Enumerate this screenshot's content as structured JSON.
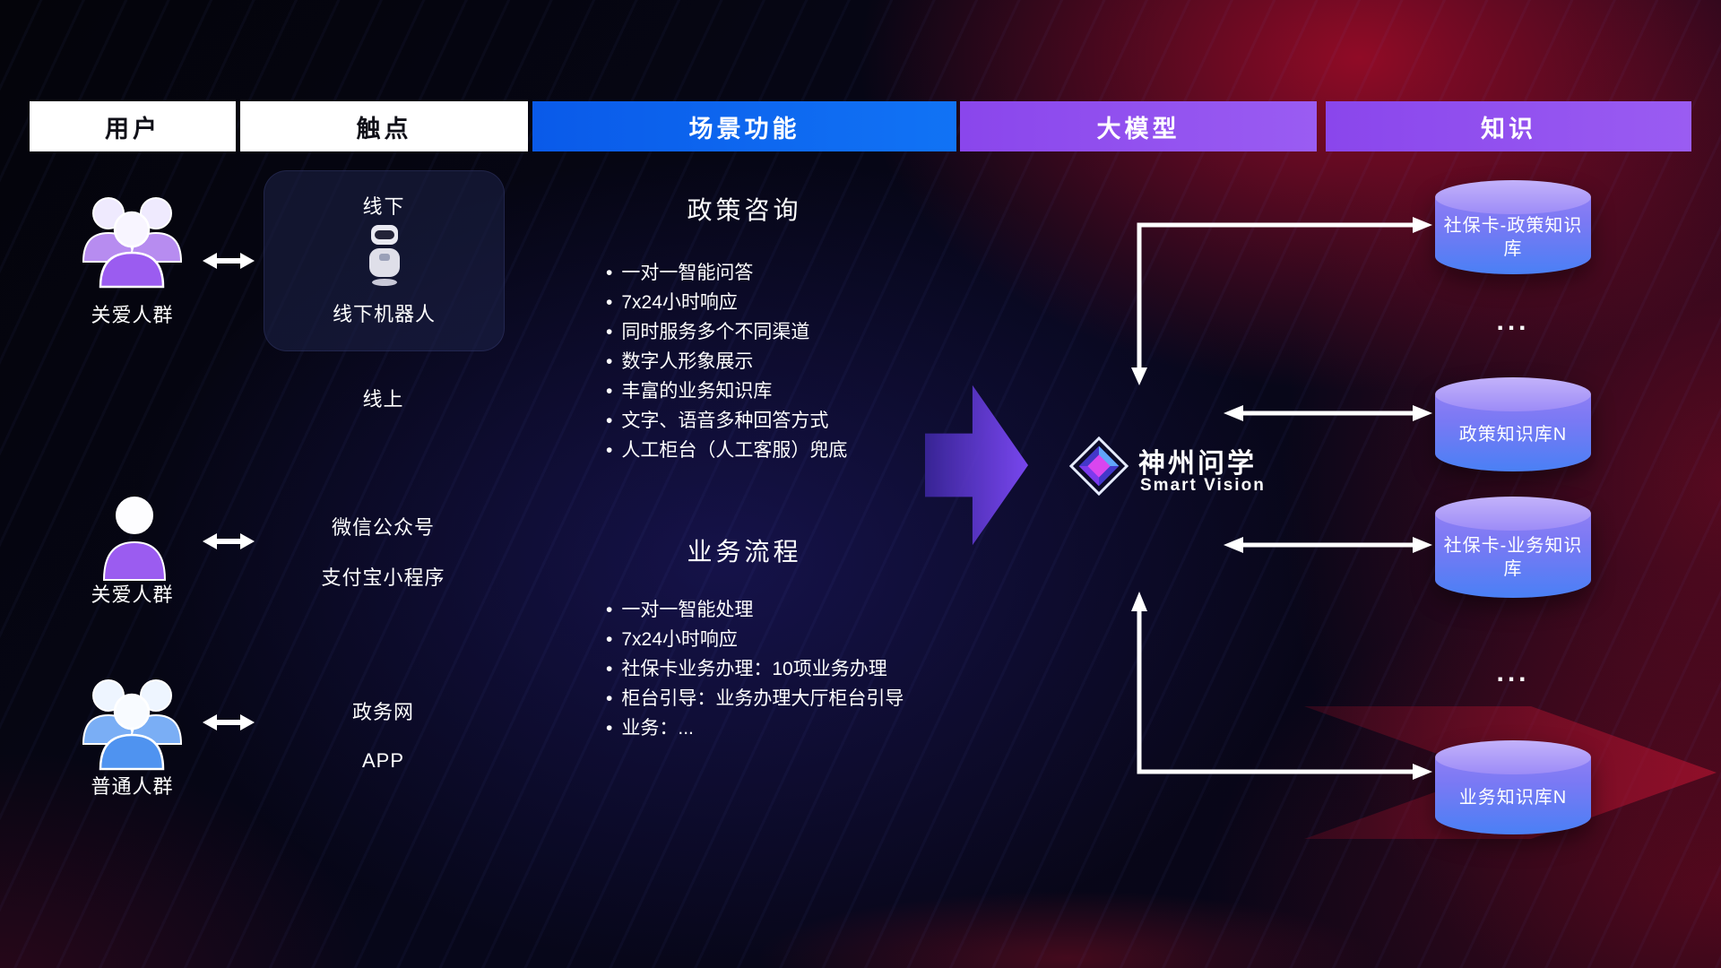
{
  "headers": {
    "users": "用户",
    "touchpoints": "触点",
    "scene_functions": "场景功能",
    "large_model": "大模型",
    "knowledge": "知识"
  },
  "user_groups": [
    {
      "label": "关爱人群"
    },
    {
      "label": "关爱人群"
    },
    {
      "label": "普通人群"
    }
  ],
  "touchpoints": {
    "offline_title": "线下",
    "offline_robot": "线下机器人",
    "online_title": "线上",
    "items": [
      "微信公众号",
      "支付宝小程序",
      "政务网",
      "APP"
    ]
  },
  "scene_policy": {
    "title": "政策咨询",
    "bullets": [
      "一对一智能问答",
      "7x24小时响应",
      "同时服务多个不同渠道",
      "数字人形象展示",
      "丰富的业务知识库",
      "文字、语音多种回答方式",
      "人工柜台（人工客服）兜底"
    ]
  },
  "scene_business": {
    "title": "业务流程",
    "bullets": [
      "一对一智能处理",
      "7x24小时响应",
      "社保卡业务办理：10项业务办理",
      "柜台引导：业务办理大厅柜台引导",
      "业务：..."
    ]
  },
  "model": {
    "name": "神州问学",
    "subtitle": "Smart Vision"
  },
  "knowledge_bases": [
    {
      "label": "社保卡-政策知识库"
    },
    {
      "label": "政策知识库N"
    },
    {
      "label": "社保卡-业务知识库"
    },
    {
      "label": "业务知识库N"
    }
  ],
  "ellipsis": "...",
  "colors": {
    "header_blue": "#0f6bf0",
    "header_purple": "#9150ee",
    "cylinder_purple": "#8d7cf3",
    "cylinder_blue": "#4a7df5",
    "user_purple": "#9b5cf0",
    "user_blue": "#4f93f0",
    "background_red": "#8f1024",
    "arrow_purple": "#7c4df3"
  }
}
